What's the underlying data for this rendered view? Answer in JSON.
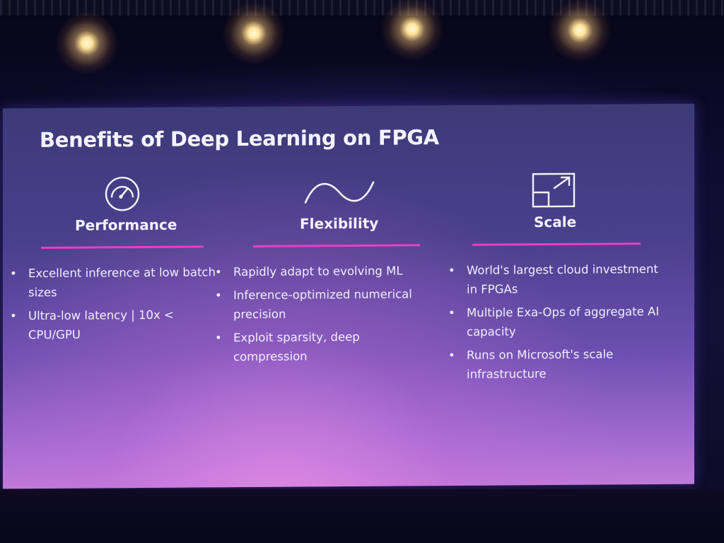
{
  "slide": {
    "title": "Benefits of Deep Learning on FPGA",
    "columns": [
      {
        "heading": "Performance",
        "icon": "speedometer-icon",
        "bullets": [
          "Excellent inference at low batch sizes",
          "Ultra-low latency | 10x < CPU/GPU"
        ]
      },
      {
        "heading": "Flexibility",
        "icon": "sine-wave-icon",
        "bullets": [
          "Rapidly adapt to evolving ML",
          "Inference-optimized numerical precision",
          "Exploit sparsity, deep compression"
        ]
      },
      {
        "heading": "Scale",
        "icon": "scale-expand-icon",
        "bullets": [
          "World's largest cloud investment in FPGAs",
          "Multiple Exa-Ops of aggregate AI capacity",
          "Runs on Microsoft's scale infrastructure"
        ]
      }
    ],
    "colors": {
      "accent_underline": "#e83fc8",
      "text": "#f4f2ff"
    }
  }
}
